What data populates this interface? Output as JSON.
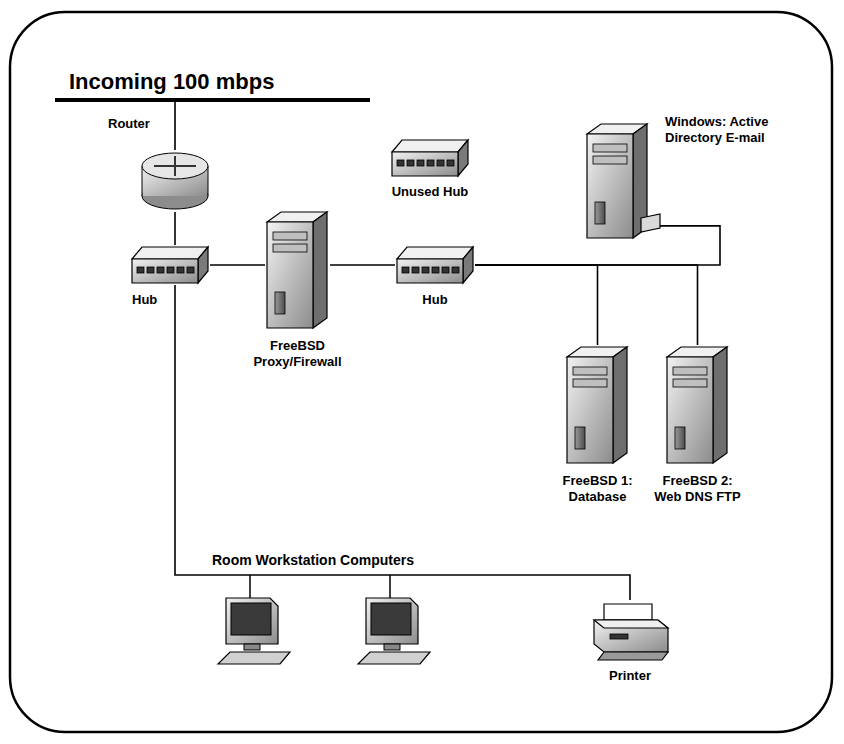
{
  "diagram": {
    "nodes": [
      {
        "text": [
          "Incoming 100 mbps"
        ]
      },
      {
        "text": [
          "Router"
        ]
      },
      {
        "text": [
          "Unused Hub"
        ]
      },
      {
        "text": [
          "Windows: Active Directory E-mail"
        ]
      },
      {
        "text": [
          "Hub"
        ]
      },
      {
        "text": [
          "FreeBSD Proxy/Firewall"
        ]
      },
      {
        "text": [
          "Hub"
        ]
      },
      {
        "text": [
          "FreeBSD 1: Database"
        ]
      },
      {
        "text": [
          "FreeBSD 2: Web DNS FTP"
        ]
      },
      {
        "text": [
          "Printer"
        ]
      }
    ],
    "edges": [
      {
        "from": 0,
        "to": 1,
        "arrow": "none"
      },
      {
        "from": 1,
        "to": 4,
        "arrow": "none"
      },
      {
        "from": 4,
        "to": 5,
        "arrow": "none"
      },
      {
        "from": 5,
        "to": 6,
        "arrow": "none"
      },
      {
        "from": 6,
        "to": 7,
        "arrow": "none"
      },
      {
        "from": 6,
        "to": 8,
        "arrow": "none"
      },
      {
        "from": 6,
        "to": 3,
        "arrow": "none"
      },
      {
        "from": 4,
        "to": 9,
        "arrow": "none"
      }
    ],
    "labels": [
      "Room Workstation Computers"
    ]
  }
}
